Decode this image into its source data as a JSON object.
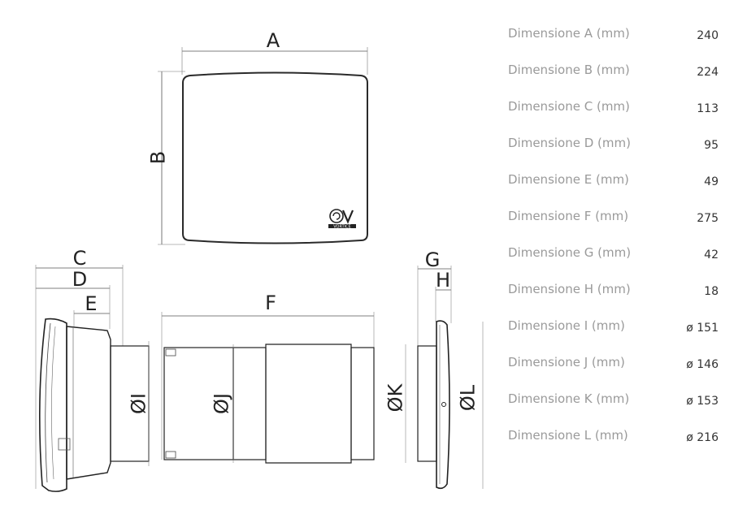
{
  "drawing_letters": {
    "A": "A",
    "B": "B",
    "C": "C",
    "D": "D",
    "E": "E",
    "F": "F",
    "G": "G",
    "H": "H",
    "I": "ØI",
    "J": "ØJ",
    "K": "ØK",
    "L": "ØL"
  },
  "logo_text": "VORTICE",
  "dimensions": [
    {
      "label": "Dimensione A (mm)",
      "value": "240"
    },
    {
      "label": "Dimensione B (mm)",
      "value": "224"
    },
    {
      "label": "Dimensione C (mm)",
      "value": "113"
    },
    {
      "label": "Dimensione D (mm)",
      "value": "95"
    },
    {
      "label": "Dimensione E (mm)",
      "value": "49"
    },
    {
      "label": "Dimensione F (mm)",
      "value": "275"
    },
    {
      "label": "Dimensione G (mm)",
      "value": "42"
    },
    {
      "label": "Dimensione H (mm)",
      "value": "18"
    },
    {
      "label": "Dimensione I (mm)",
      "value": "ø 151"
    },
    {
      "label": "Dimensione J (mm)",
      "value": "ø 146"
    },
    {
      "label": "Dimensione K (mm)",
      "value": "ø 153"
    },
    {
      "label": "Dimensione L (mm)",
      "value": "ø 216"
    }
  ]
}
